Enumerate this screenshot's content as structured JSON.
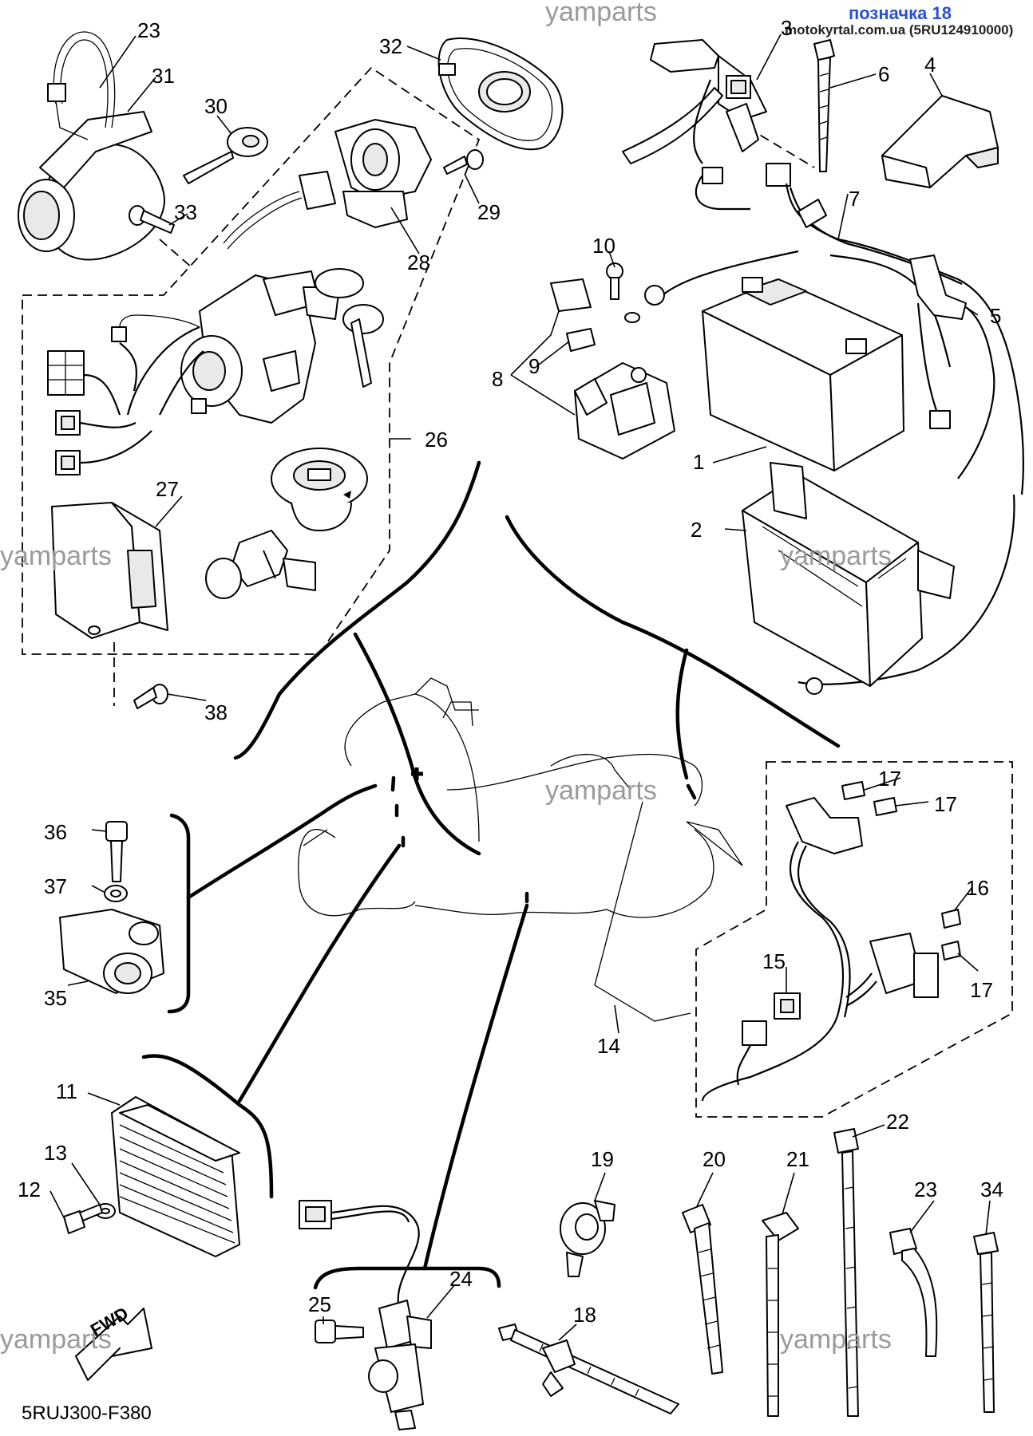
{
  "header": {
    "watermark_top": "yamparts",
    "ref_label": "позначка 18",
    "source_line": "motokyrtal.com.ua (5RU124910000)"
  },
  "watermarks": [
    "yamparts",
    "yamparts",
    "yamparts",
    "yamparts",
    "yamparts"
  ],
  "fwd_label": "FWD",
  "diagram_code": "5RUJ300-F380",
  "callouts": [
    {
      "id": "c23a",
      "label": "23"
    },
    {
      "id": "c31",
      "label": "31"
    },
    {
      "id": "c30",
      "label": "30"
    },
    {
      "id": "c32",
      "label": "32"
    },
    {
      "id": "c33",
      "label": "33"
    },
    {
      "id": "c29",
      "label": "29"
    },
    {
      "id": "c28",
      "label": "28"
    },
    {
      "id": "c3",
      "label": "3"
    },
    {
      "id": "c6",
      "label": "6"
    },
    {
      "id": "c4",
      "label": "4"
    },
    {
      "id": "c7",
      "label": "7"
    },
    {
      "id": "c10",
      "label": "10"
    },
    {
      "id": "c5",
      "label": "5"
    },
    {
      "id": "c9",
      "label": "9"
    },
    {
      "id": "c8",
      "label": "8"
    },
    {
      "id": "c26",
      "label": "26"
    },
    {
      "id": "c1",
      "label": "1"
    },
    {
      "id": "c27",
      "label": "27"
    },
    {
      "id": "c2",
      "label": "2"
    },
    {
      "id": "c38",
      "label": "38"
    },
    {
      "id": "c17a",
      "label": "17"
    },
    {
      "id": "c17b",
      "label": "17"
    },
    {
      "id": "c36",
      "label": "36"
    },
    {
      "id": "c37",
      "label": "37"
    },
    {
      "id": "c16",
      "label": "16"
    },
    {
      "id": "c15",
      "label": "15"
    },
    {
      "id": "c17c",
      "label": "17"
    },
    {
      "id": "c35",
      "label": "35"
    },
    {
      "id": "c14",
      "label": "14"
    },
    {
      "id": "c11",
      "label": "11"
    },
    {
      "id": "c22",
      "label": "22"
    },
    {
      "id": "c13",
      "label": "13"
    },
    {
      "id": "c12",
      "label": "12"
    },
    {
      "id": "c19",
      "label": "19"
    },
    {
      "id": "c20",
      "label": "20"
    },
    {
      "id": "c21",
      "label": "21"
    },
    {
      "id": "c23b",
      "label": "23"
    },
    {
      "id": "c34",
      "label": "34"
    },
    {
      "id": "c24",
      "label": "24"
    },
    {
      "id": "c25",
      "label": "25"
    },
    {
      "id": "c18",
      "label": "18"
    }
  ]
}
